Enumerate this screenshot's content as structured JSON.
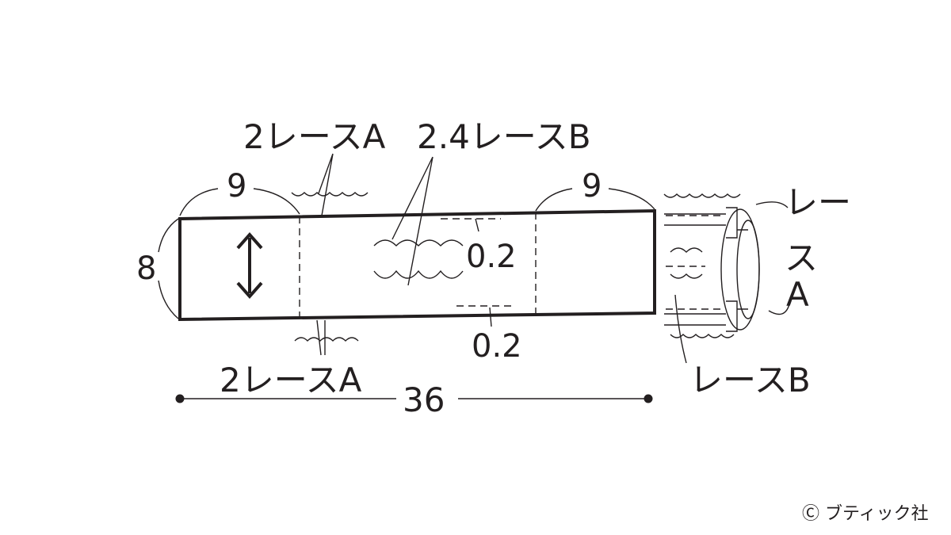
{
  "labels": {
    "lace_a_top": "2レースA",
    "lace_b_top": "2.4レースB",
    "width_left": "9",
    "width_right": "9",
    "height": "8",
    "gap_top": "0.2",
    "gap_bottom": "0.2",
    "lace_a_bottom": "2レースA",
    "total_length": "36",
    "side_lace_a_1": "レー",
    "side_lace_a_2": "ス",
    "side_lace_a_3": "A",
    "side_lace_b": "レースB"
  },
  "copyright": "Ⓒ ブティック社",
  "colors": {
    "ink": "#231f20",
    "background": "#ffffff"
  }
}
